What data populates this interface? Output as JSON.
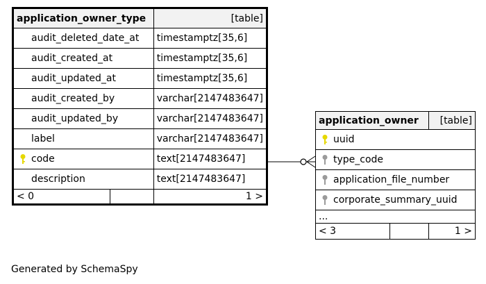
{
  "tables": [
    {
      "name": "application_owner_type",
      "kind": "[table]",
      "columns": [
        {
          "name": "audit_deleted_date_at",
          "type": "timestamptz[35,6]",
          "key": ""
        },
        {
          "name": "audit_created_at",
          "type": "timestamptz[35,6]",
          "key": ""
        },
        {
          "name": "audit_updated_at",
          "type": "timestamptz[35,6]",
          "key": ""
        },
        {
          "name": "audit_created_by",
          "type": "varchar[2147483647]",
          "key": ""
        },
        {
          "name": "audit_updated_by",
          "type": "varchar[2147483647]",
          "key": ""
        },
        {
          "name": "label",
          "type": "varchar[2147483647]",
          "key": ""
        },
        {
          "name": "code",
          "type": "text[2147483647]",
          "key": "primary"
        },
        {
          "name": "description",
          "type": "text[2147483647]",
          "key": ""
        }
      ],
      "footer": {
        "left": "< 0",
        "right": "1 >"
      }
    },
    {
      "name": "application_owner",
      "kind": "[table]",
      "columns": [
        {
          "name": "uuid",
          "key": "primary"
        },
        {
          "name": "type_code",
          "key": "foreign"
        },
        {
          "name": "application_file_number",
          "key": "foreign"
        },
        {
          "name": "corporate_summary_uuid",
          "key": "foreign"
        }
      ],
      "more": "...",
      "footer": {
        "left": "< 3",
        "right": "1 >"
      }
    }
  ],
  "key_colors": {
    "primary": "#e6d800",
    "foreign": "#9a9a9a"
  },
  "generated_by": "Generated by SchemaSpy"
}
